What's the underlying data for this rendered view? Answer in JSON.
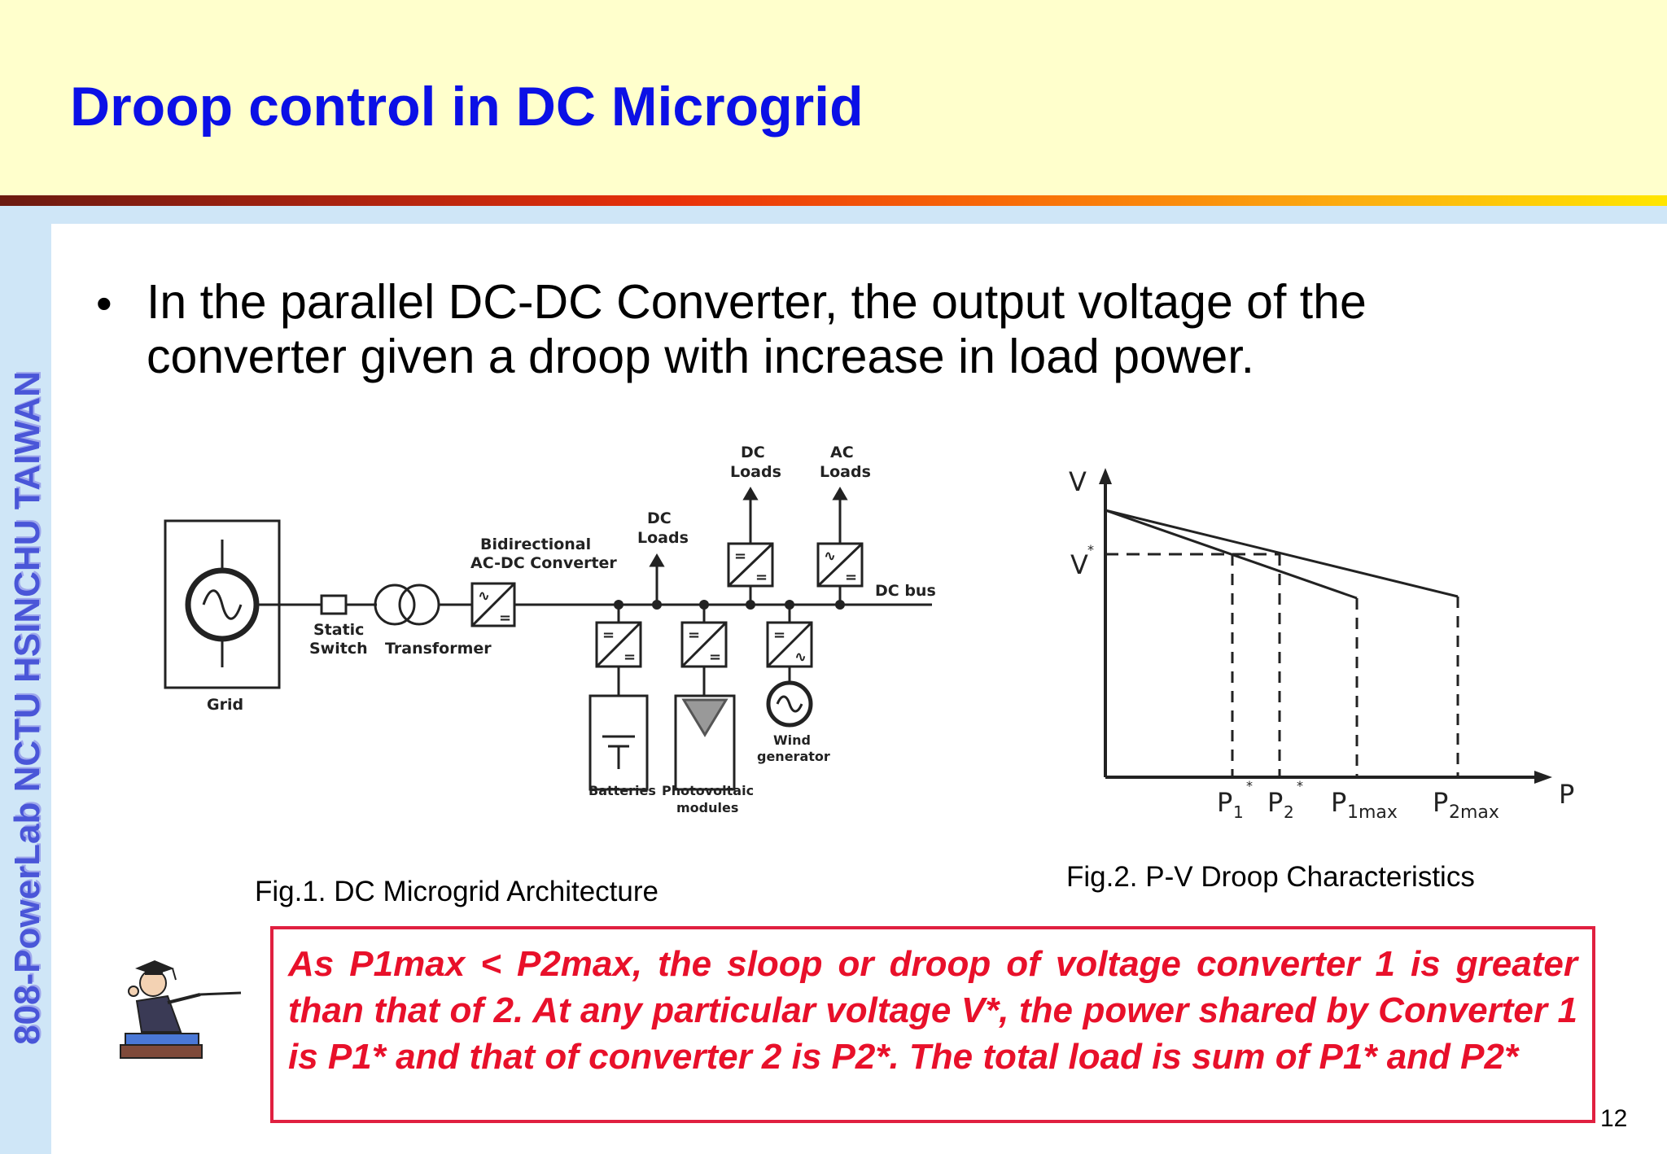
{
  "slide": {
    "title": "Droop control in DC Microgrid",
    "side_label": "808-PowerLab NCTU HSINCHU TAIWAN",
    "bullet": "In the parallel DC-DC Converter, the output voltage of the converter given a droop with increase in load power.",
    "page_number": "12",
    "note": "As P1max < P2max, the sloop or droop of voltage converter 1 is greater than that of 2. At any particular voltage V*, the power shared by Converter 1 is P1* and that of converter 2 is P2*. The total load is sum of P1* and P2*"
  },
  "fig1": {
    "caption": "Fig.1. DC Microgrid Architecture",
    "labels": {
      "grid": "Grid",
      "static": "Static",
      "switch": "Switch",
      "transformer": "Transformer",
      "bidirectional": "Bidirectional",
      "acdc": "AC-DC Converter",
      "dc": "DC",
      "loads": "Loads",
      "ac": "AC",
      "dcbus": "DC bus",
      "batteries": "Batteries",
      "photovoltaic": "Photovoltaic",
      "modules": "modules",
      "wind": "Wind",
      "generator": "generator"
    }
  },
  "fig2": {
    "caption": "Fig.2. P-V  Droop Characteristics",
    "axis_v": "V",
    "axis_p": "P",
    "v_star": "V",
    "p1": "P",
    "p2": "P",
    "p1max": "P",
    "p2max": "P",
    "sub1": "1",
    "sub2": "2",
    "sub1max": "1max",
    "sub2max": "2max",
    "star": "*"
  },
  "colors": {
    "title": "#0b10e6",
    "note_text": "#e8102a",
    "note_border": "#e02040",
    "header_bg": "#ffffcc",
    "side_bg": "#cfe6f7"
  }
}
